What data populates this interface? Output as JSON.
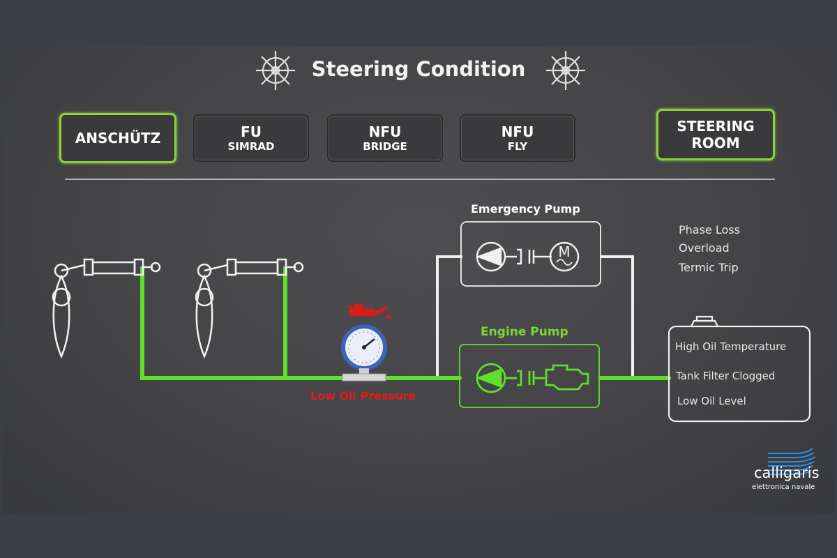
{
  "header": {
    "title": "Steering Condition"
  },
  "modes": [
    {
      "line1": "ANSCHÜTZ",
      "line2": "",
      "active": true
    },
    {
      "line1": "FU",
      "line2": "SIMRAD",
      "active": false
    },
    {
      "line1": "NFU",
      "line2": "BRIDGE",
      "active": false
    },
    {
      "line1": "NFU",
      "line2": "FLY",
      "active": false
    },
    {
      "line1": "STEERING",
      "line2": "ROOM",
      "active": true
    }
  ],
  "pumps": {
    "emergency_label": "Emergency Pump",
    "engine_label": "Engine Pump",
    "motor_letter": "M"
  },
  "alarms": {
    "emergency_pump": [
      "Phase Loss",
      "Overload",
      "Termic Trip"
    ],
    "pressure": "Low Oil Pressure",
    "tank": [
      "High Oil Temperature",
      "Tank Filter Clogged",
      "Low Oil Level"
    ]
  },
  "brand": {
    "name": "calligaris",
    "tagline": "elettronica navale"
  },
  "colors": {
    "active_line": "#5fe02a",
    "inactive_line": "#ffffff",
    "alarm": "#e01d1d",
    "active_border": "#8fd33b"
  }
}
